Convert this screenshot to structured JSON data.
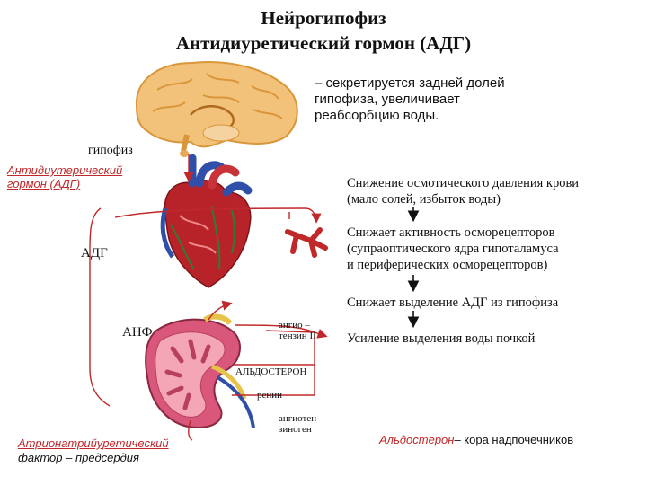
{
  "title": {
    "line1": "Нейрогипофиз",
    "line2": "Антидиуретический гормон (АДГ)"
  },
  "description": {
    "line1": "– секретируется задней долей",
    "line2": "гипофиза, увеличивает",
    "line3": "реабсорбцию воды."
  },
  "labels": {
    "hypophysis": "гипофиз",
    "adh_full_1": "Антидиутерический",
    "adh_full_2": "гормон (АДГ)",
    "adh_short": "АДГ",
    "anf": "АНФ",
    "angiotensin2_1": "ангио –",
    "angiotensin2_2": "тензин II",
    "aldosterone": "АЛЬДОСТЕРОН",
    "renin": "ренин",
    "angiotensinogen_1": "ангиотен –",
    "angiotensinogen_2": "зиноген",
    "anf_full_1": "Атрионатрийуретический",
    "anf_full_2": "фактор",
    "anf_full_3": " – предсердия",
    "aldo_note_1": "Альдостерон",
    "aldo_note_2": "– кора надпочечников"
  },
  "steps": [
    {
      "line1": "Снижение осмотического давления крови",
      "line2": "(мало солей, избыток воды)"
    },
    {
      "line1": "Снижает активность осморецепторов",
      "line2": "(супраоптического ядра гипоталамуса",
      "line3": "и периферических осморецепторов)"
    },
    {
      "line1": "Снижает выделение АДГ из гипофиза"
    },
    {
      "line1": "Усиление выделения воды почкой"
    }
  ],
  "colors": {
    "arrow_red": "#c0282a",
    "brain": "#f2c27a",
    "brain_dark": "#d9963a",
    "heart": "#b8232a",
    "vessel_blue": "#2f4fa8",
    "kidney": "#d9577a"
  }
}
